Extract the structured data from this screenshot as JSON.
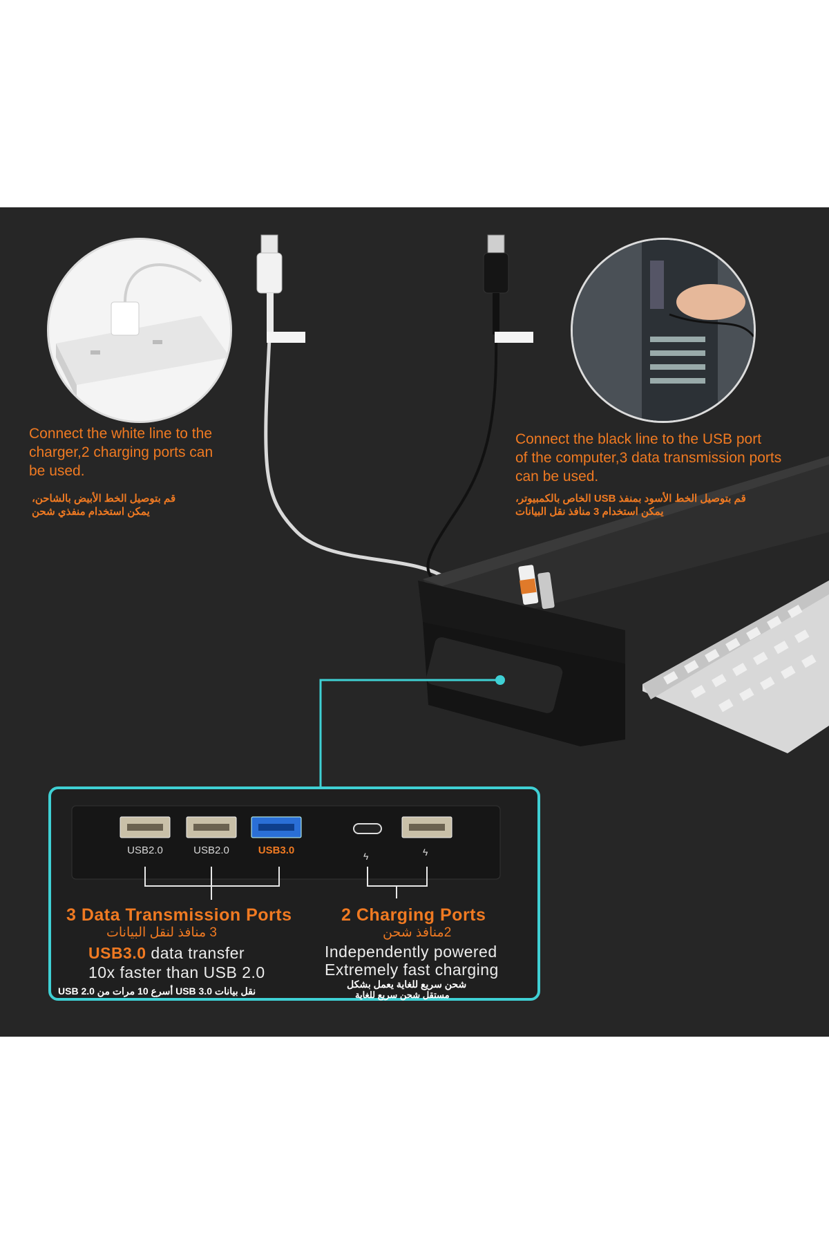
{
  "left_caption": {
    "en": [
      "Connect the white line to the",
      "charger,2 charging ports can",
      "be used."
    ],
    "ar": [
      "قم بتوصيل الخط الأبيض بالشاحن،",
      "يمكن استخدام منفذي شحن"
    ]
  },
  "right_caption": {
    "en": [
      "Connect the black line to the USB port",
      "of the computer,3 data transmission ports",
      "can be used."
    ],
    "ar": [
      "قم بتوصيل الخط الأسود بمنفذ USB الخاص بالكمبيوتر،",
      "يمكن استخدام 3 منافذ نقل البيانات"
    ]
  },
  "ports": {
    "labels": [
      "USB2.0",
      "USB2.0",
      "USB3.0"
    ],
    "charging_icons": [
      "lightning-icon",
      "lightning-icon"
    ]
  },
  "data_section": {
    "title": "3 Data Transmission Ports",
    "title_ar": "3 منافذ لنقل البيانات",
    "line1_highlight": "USB3.0",
    "line1_rest": " data transfer",
    "line2": "10x faster than USB 2.0",
    "ar": "نقل بيانات USB 3.0 أسرع 10 مرات من USB 2.0"
  },
  "charging_section": {
    "title": "2 Charging Ports",
    "title_ar": "2منافذ شحن",
    "line1": "Independently powered",
    "line2": "Extremely fast charging",
    "ar1": "شحن سريع للغاية يعمل بشكل",
    "ar2": "مستقل شحن سريع للغاية"
  },
  "colors": {
    "accent": "#f07a22",
    "highlight_border": "#3fd0d4",
    "usb3": "#2a6fd6",
    "background": "#262626"
  }
}
